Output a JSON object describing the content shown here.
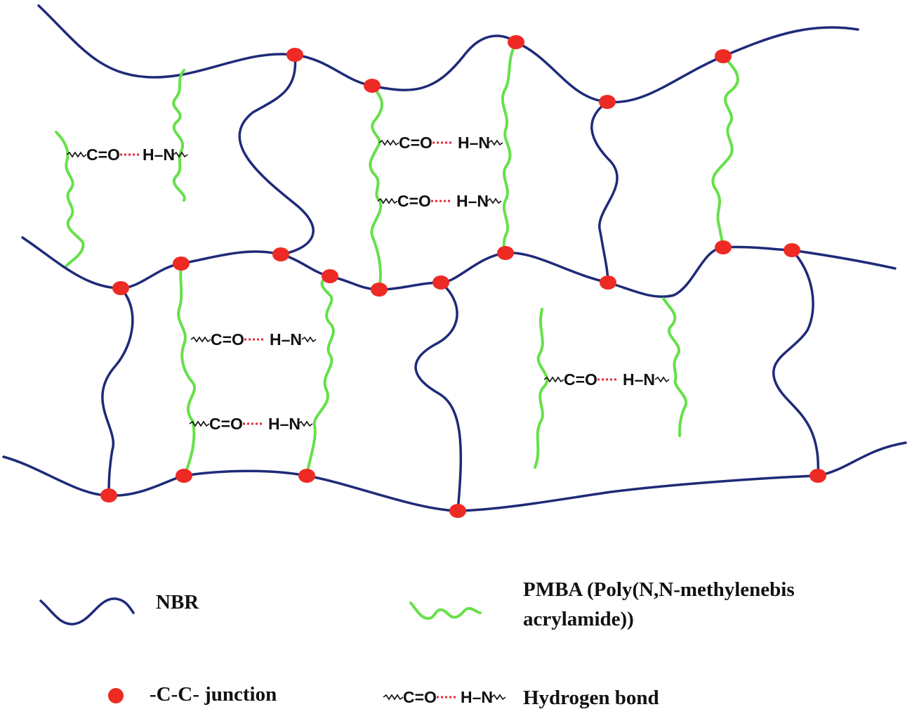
{
  "bond": {
    "left": "C=O",
    "right": "H–N"
  },
  "legend": {
    "nbr_label": "NBR",
    "pmba_label_line1": "PMBA (Poly(N,N-methylenebis",
    "pmba_label_line2": "acrylamide))",
    "junction_label": "-C-C- junction",
    "hbond_label": "Hydrogen bond"
  },
  "colors": {
    "nbr_chain": "#1f2a78",
    "pmba_chain": "#66e04a",
    "junction": "#ee2a24",
    "hydrogen_bond_dots": "#e5283a"
  }
}
